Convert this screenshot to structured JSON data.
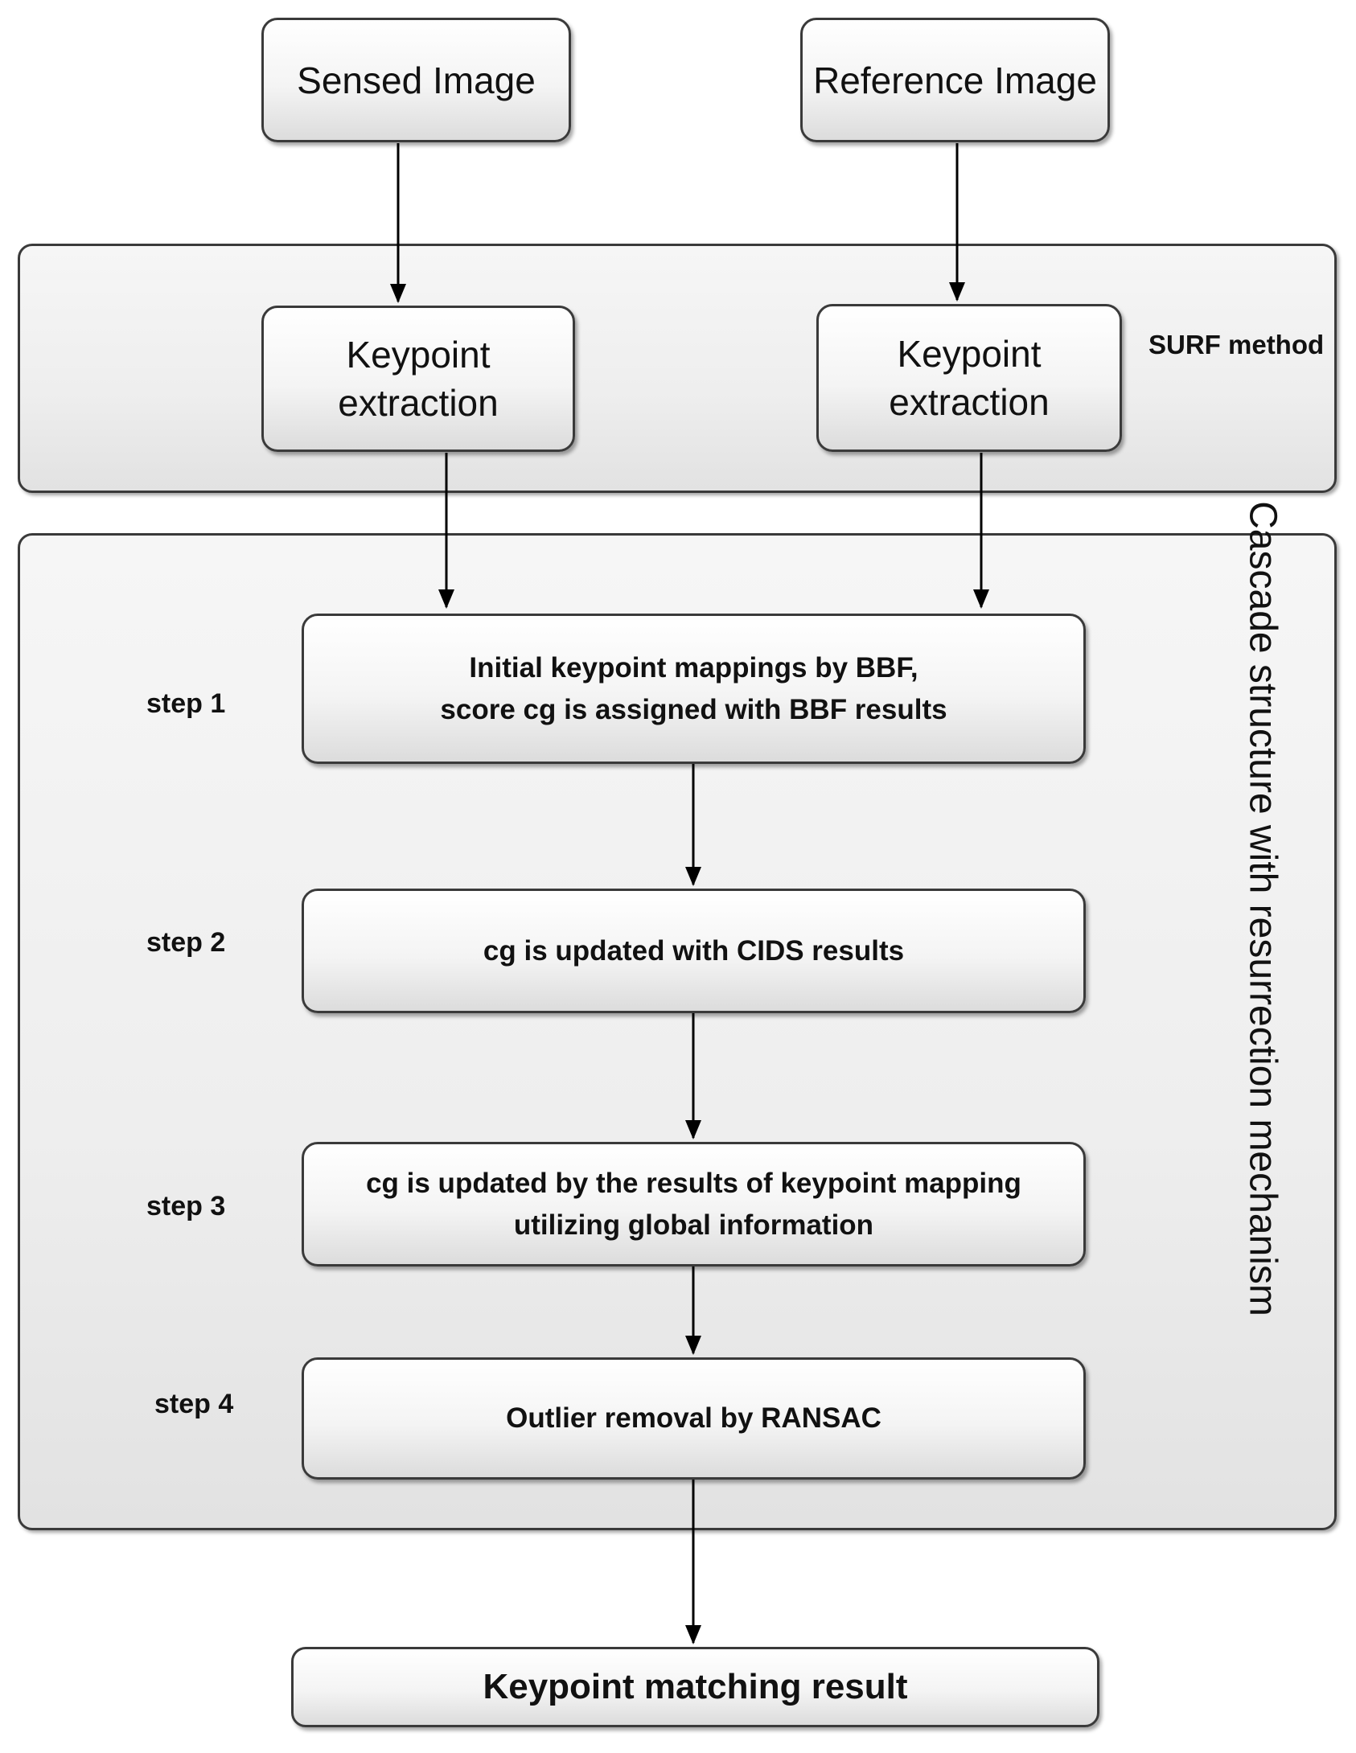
{
  "inputs": {
    "sensed": "Sensed Image",
    "reference": "Reference Image"
  },
  "surf": {
    "label": "SURF method",
    "left_box": "Keypoint\nextraction",
    "right_box": "Keypoint\nextraction"
  },
  "cascade": {
    "label": "Cascade structure with resurrection mechanism",
    "steps": [
      {
        "label": "step 1",
        "text": "Initial keypoint mappings by BBF,\nscore cg  is assigned with BBF results"
      },
      {
        "label": "step 2",
        "text": "cg is updated with CIDS results"
      },
      {
        "label": "step 3",
        "text": "cg is updated by the results of keypoint mapping\nutilizing global information"
      },
      {
        "label": "step 4",
        "text": "Outlier removal by RANSAC"
      }
    ]
  },
  "output": {
    "text": "Keypoint matching result"
  }
}
